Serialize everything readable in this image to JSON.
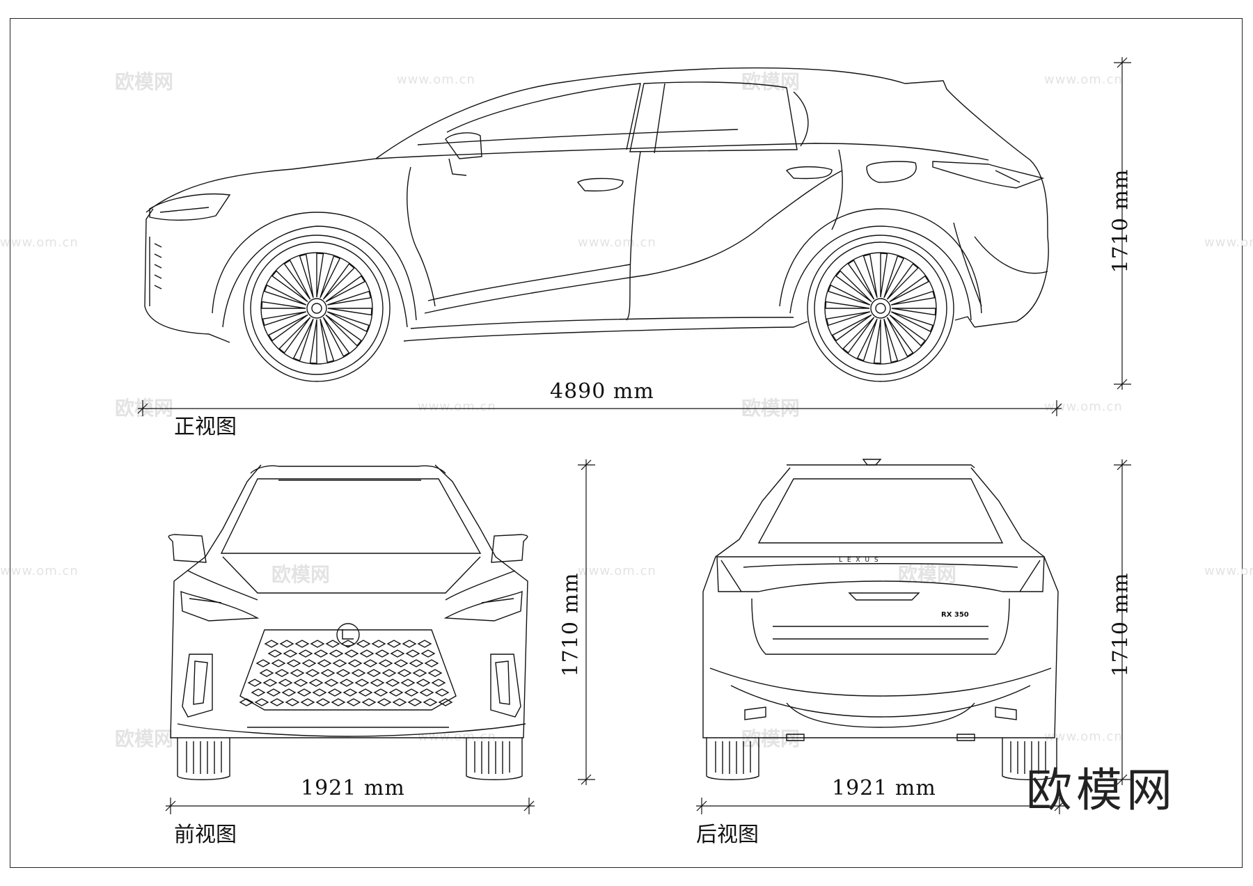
{
  "views": {
    "side": {
      "label": "正视图",
      "length_dim": "4890 mm",
      "height_dim": "1710 mm"
    },
    "front": {
      "label": "前视图",
      "width_dim": "1921 mm",
      "height_dim": "1710 mm"
    },
    "rear": {
      "label": "后视图",
      "width_dim": "1921 mm",
      "height_dim": "1710 mm",
      "badge_brand": "L E X U S",
      "badge_model": "RX 350"
    }
  },
  "brand_mark": "欧模网",
  "watermarks": {
    "logo": "欧模网",
    "url": "www.om.cn"
  },
  "colors": {
    "line": "#111111",
    "watermark": "#e3e3e3",
    "background": "#ffffff"
  }
}
